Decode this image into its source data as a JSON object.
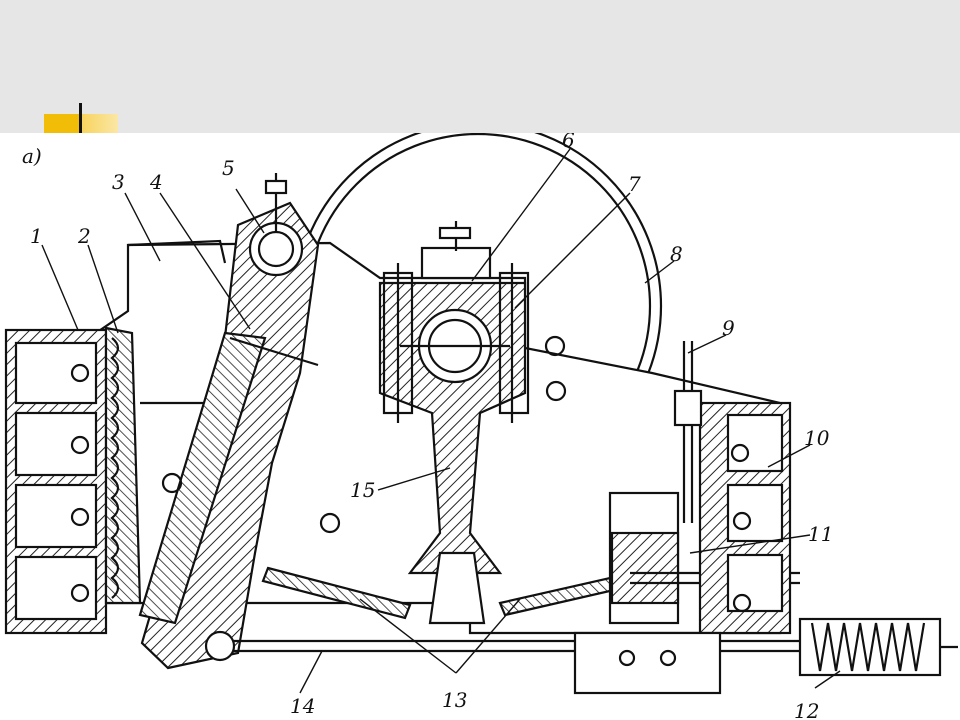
{
  "figure": {
    "panel_label": "а)",
    "callouts": [
      "1",
      "2",
      "3",
      "4",
      "5",
      "6",
      "7",
      "8",
      "9",
      "10",
      "11",
      "12",
      "13",
      "14",
      "15"
    ]
  }
}
